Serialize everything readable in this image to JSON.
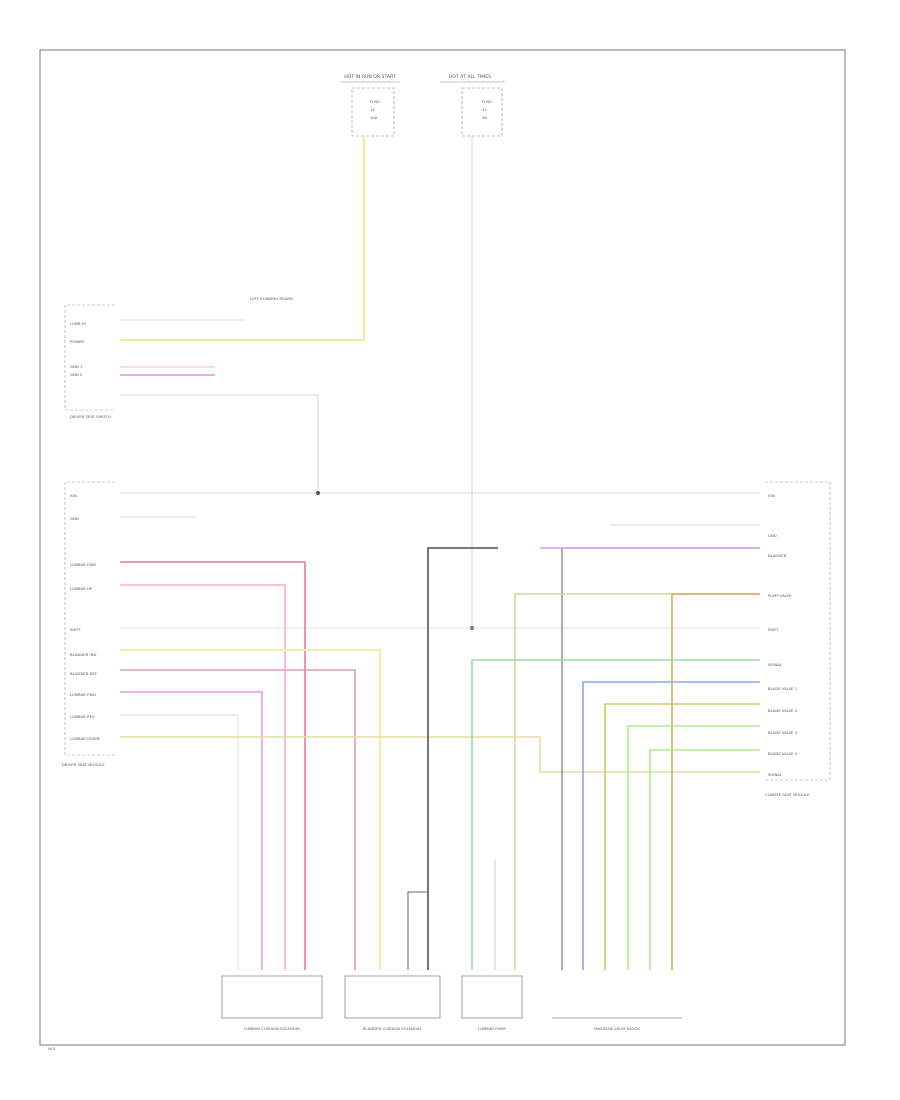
{
  "diagram": {
    "fuse_left": {
      "title": "HOT IN RUN OR START",
      "lines": [
        "FUSE",
        "15",
        "10A"
      ]
    },
    "fuse_right": {
      "title": "HOT AT ALL TIMES",
      "lines": [
        "FUSE",
        "32",
        "5A"
      ]
    },
    "splice_label": "LEFT RUNNING BOARD",
    "driver_seat_switch": {
      "label": "DRIVER SEAT SWITCH",
      "pins": [
        "LUMB HI",
        "POWER",
        "GND 1",
        "GND 2"
      ]
    },
    "driver_seat_module": {
      "label": "DRIVER SEAT MODULE",
      "pins": [
        "IGN",
        "GND",
        "LUMBAR FWD",
        "LUMBAR UP",
        "SHIFT",
        "BLADDER IND",
        "BLADDER DEF",
        "LUMBAR FWD",
        "LUMBAR REV",
        "LUMBAR DOWN"
      ]
    },
    "climate_module": {
      "label": "CLIMATE SEAT MODULE",
      "pins": [
        "IGN",
        "GND",
        "BLADDER",
        "PUMP VALVE",
        "SHIFT",
        "SIGNAL",
        "BLADE VALVE 1",
        "BLADE VALVE 2",
        "BLADE VALVE 3",
        "BLADE VALVE 4",
        "SIGNAL"
      ]
    },
    "components": [
      "LUMBAR CUSHION SOLENOID",
      "BLADDER CUSHION SOLENOID",
      "LUMBAR PUMP",
      "MASSAGE VALVE BLOCK"
    ],
    "corner_id": "W-5"
  }
}
